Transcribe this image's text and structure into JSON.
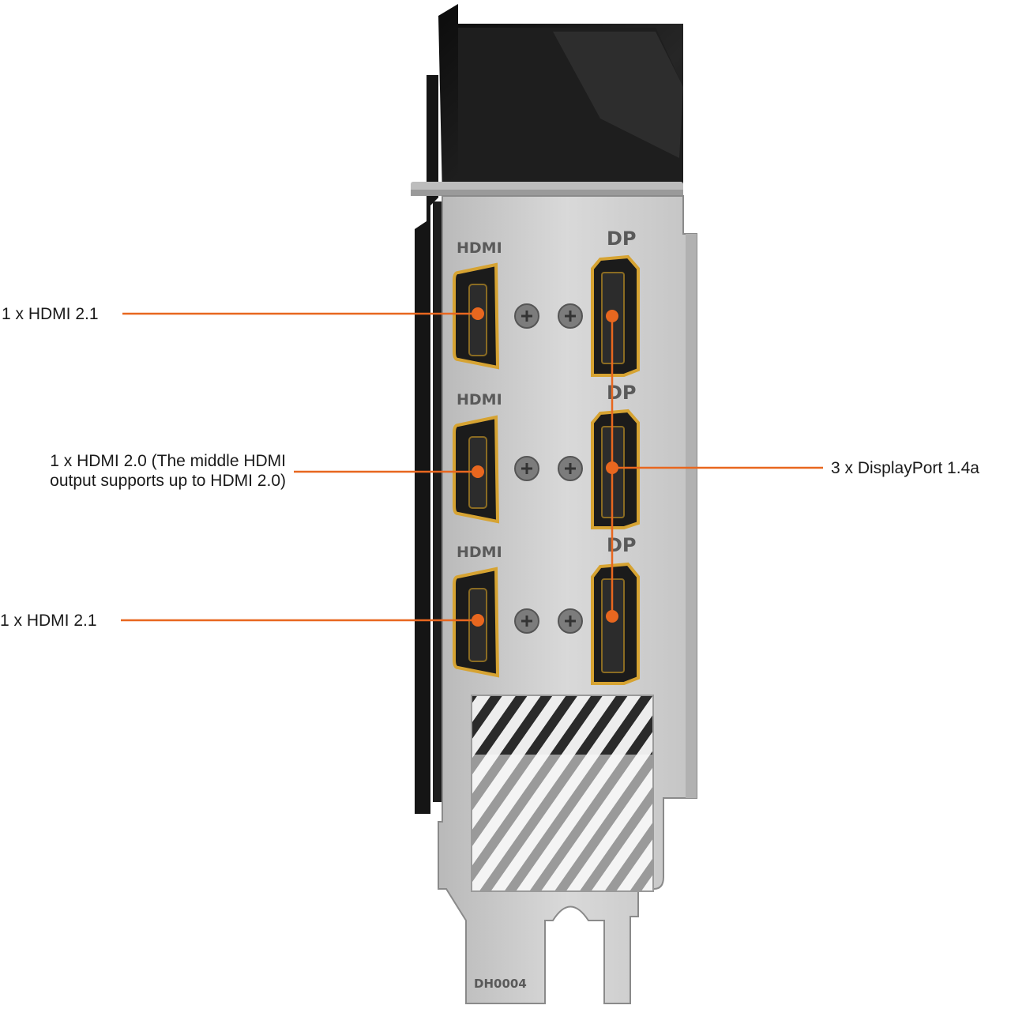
{
  "bracket": {
    "port_labels": {
      "hdmi": "HDMI",
      "dp": "DP"
    },
    "part_number": "DH0004"
  },
  "callouts": {
    "hdmi_top": "1 x HDMI 2.1",
    "hdmi_middle_line1": "1 x HDMI 2.0 (The middle HDMI",
    "hdmi_middle_line2": "output supports up to HDMI 2.0)",
    "hdmi_bottom": "1 x HDMI 2.1",
    "displayport": "3 x DisplayPort 1.4a"
  },
  "colors": {
    "accent_orange": "#e8671f",
    "port_gold": "#d6a332",
    "bracket_silver": "#c8c8c8",
    "shroud_black": "#161616"
  }
}
